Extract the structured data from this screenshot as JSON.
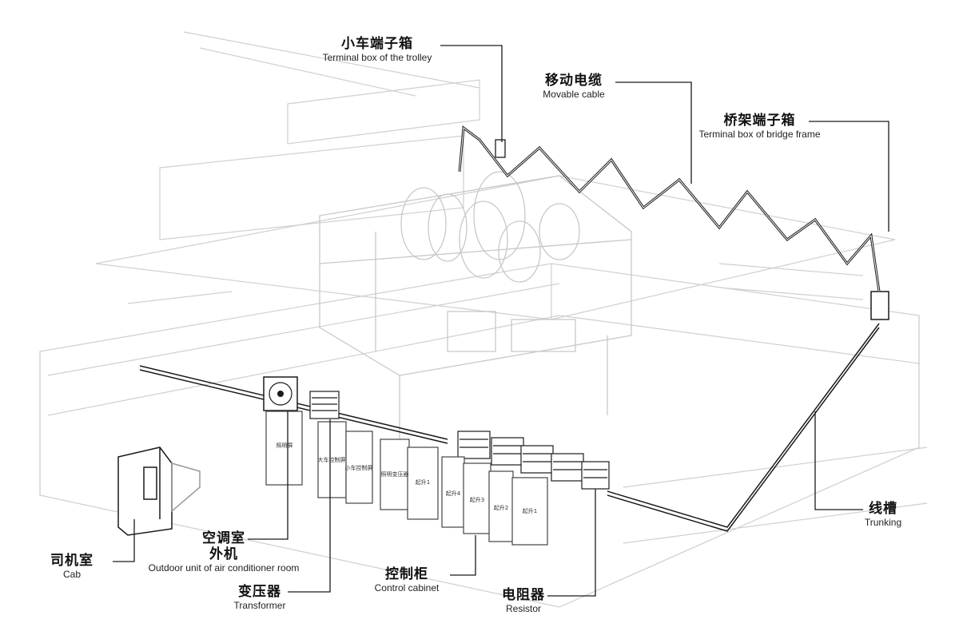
{
  "labels": {
    "trolley_box": {
      "zh": "小车端子箱",
      "en": "Terminal box of the trolley"
    },
    "movable_cable": {
      "zh": "移动电缆",
      "en": "Movable cable"
    },
    "bridge_box": {
      "zh": "桥架端子箱",
      "en": "Terminal box of bridge frame"
    },
    "trunking": {
      "zh": "线槽",
      "en": "Trunking"
    },
    "cab": {
      "zh": "司机室",
      "en": "Cab"
    },
    "ac_unit": {
      "zh": "空调室",
      "zh2": "外机",
      "en": "Outdoor unit of air conditioner room"
    },
    "transformer": {
      "zh": "变压器",
      "en": "Transformer"
    },
    "control_cabinet": {
      "zh": "控制柜",
      "en": "Control cabinet"
    },
    "resistor": {
      "zh": "电阻器",
      "en": "Resistor"
    }
  },
  "cabinet_texts": [
    "照明屏",
    "大车控制屏",
    "小车控制屏",
    "照明变压器",
    "起升1",
    "起升4",
    "起升3",
    "起升2",
    "起升1"
  ],
  "colors": {
    "line": "#1a1a1a",
    "faint": "#c9c9c9",
    "cabinet": "#444444"
  }
}
